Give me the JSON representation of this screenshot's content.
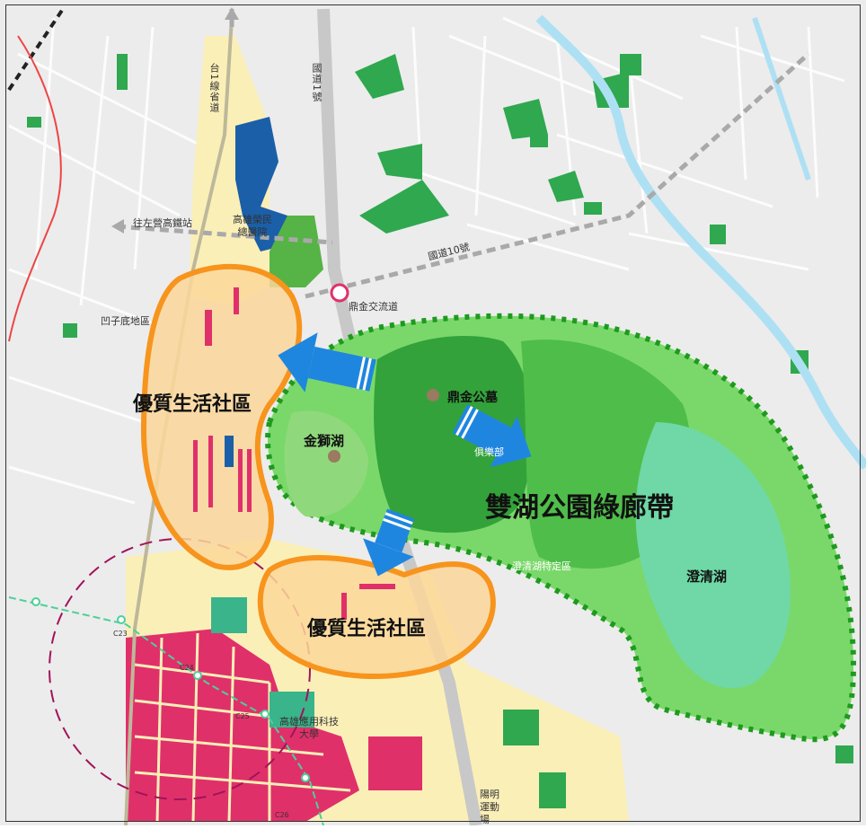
{
  "labels": {
    "corridor_title": "雙湖公園綠廊帶",
    "community_upper": "優質生活社區",
    "community_lower": "優質生活社區",
    "jinshi_lake": "金獅湖",
    "dingjin_cemetery": "鼎金公墓",
    "chengching_lake": "澄清湖",
    "chengching_special": "澄清湖特定區",
    "dingjin_interchange": "鼎金交流道",
    "national_highway_10": "國道10號",
    "national_highway_1": "國道1號",
    "provincial_highway_1": "台1線省道",
    "to_zuoying_hsr": "往左營高鐵站",
    "veterans_hospital": "高雄榮民總醫院",
    "aozidi_area": "凹子底地區",
    "kuas_university": "高雄應用科技大學",
    "yangming_stadium": "陽明運動場",
    "golf_club_partial": "俱樂部",
    "station_c23": "C23",
    "station_c24": "C24",
    "station_c25": "C25",
    "station_c26": "C26"
  },
  "colors": {
    "corridor_fill": "#7ad86a",
    "corridor_dots": "#1e9a1e",
    "community_fill": "#fbd79a",
    "community_ring": "#f7941d",
    "arrow_blue": "#1f86e0",
    "residential_yellow": "#fbefb8",
    "commercial_pink": "#e0306a",
    "green_space": "#2fa84f",
    "water_blue": "#aee0f4",
    "hospital_blue": "#1b5fa8"
  }
}
